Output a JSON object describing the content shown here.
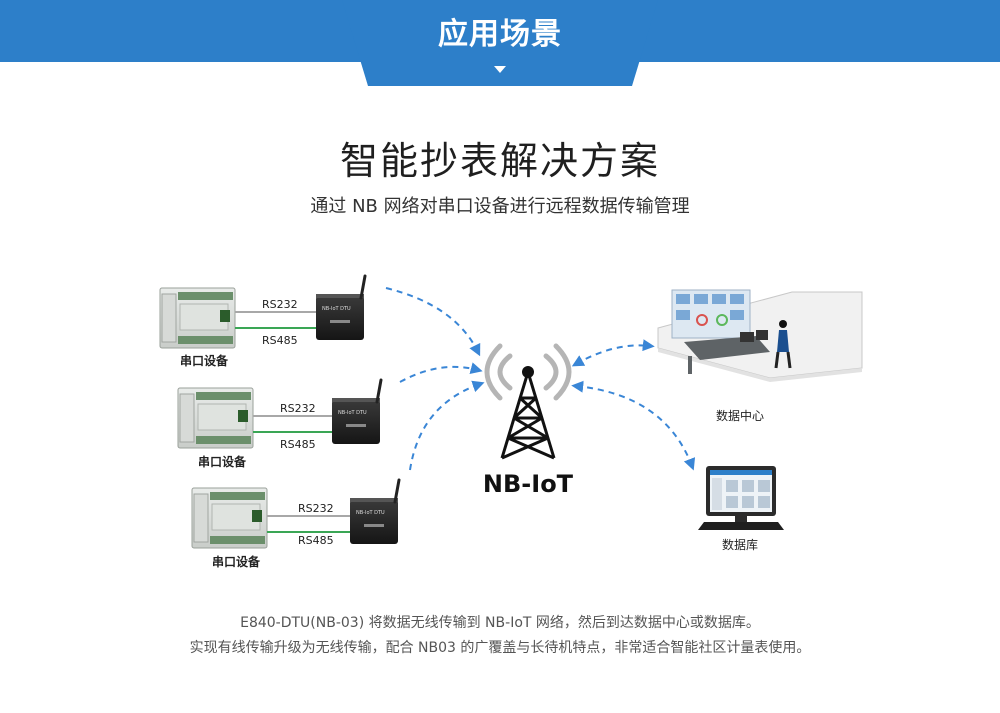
{
  "header": {
    "title": "应用场景"
  },
  "main": {
    "title": "智能抄表解决方案",
    "subtitle": "通过 NB 网络对串口设备进行远程数据传输管理"
  },
  "diagram": {
    "devices": [
      {
        "label": "串口设备",
        "rs232": "RS232",
        "rs485": "RS485",
        "dtu_label": "NB-IoT DTU"
      },
      {
        "label": "串口设备",
        "rs232": "RS232",
        "rs485": "RS485",
        "dtu_label": "NB-IoT DTU"
      },
      {
        "label": "串口设备",
        "rs232": "RS232",
        "rs485": "RS485",
        "dtu_label": "NB-IoT DTU"
      }
    ],
    "tower_label": "NB-IoT",
    "data_center_label": "数据中心",
    "database_label": "数据库"
  },
  "footer": {
    "line1": "E840-DTU(NB-03) 将数据无线传输到 NB-IoT 网络，然后到达数据中心或数据库。",
    "line2": "实现有线传输升级为无线传输，配合 NB03 的广覆盖与长待机特点，非常适合智能社区计量表使用。"
  },
  "colors": {
    "header_blue": "#2d7fc9",
    "arrow_blue": "#3a86d6",
    "rs485_green": "#3aa655",
    "rs232_gray": "#a8a8a8"
  }
}
